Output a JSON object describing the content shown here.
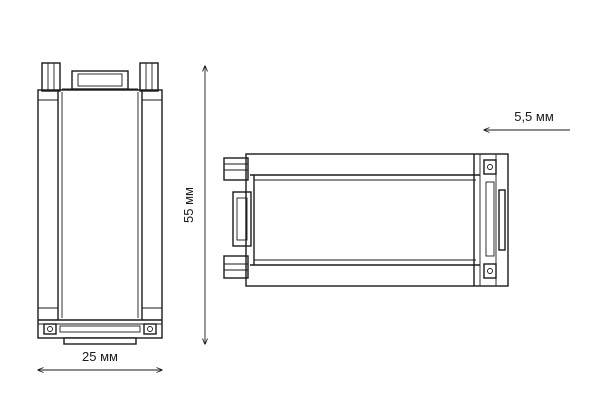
{
  "dimensions": {
    "height_label": "55 мм",
    "width_label": "25 мм",
    "depth_label": "5,5 мм"
  },
  "colors": {
    "line": "#1a1a1a",
    "background": "#ffffff"
  }
}
